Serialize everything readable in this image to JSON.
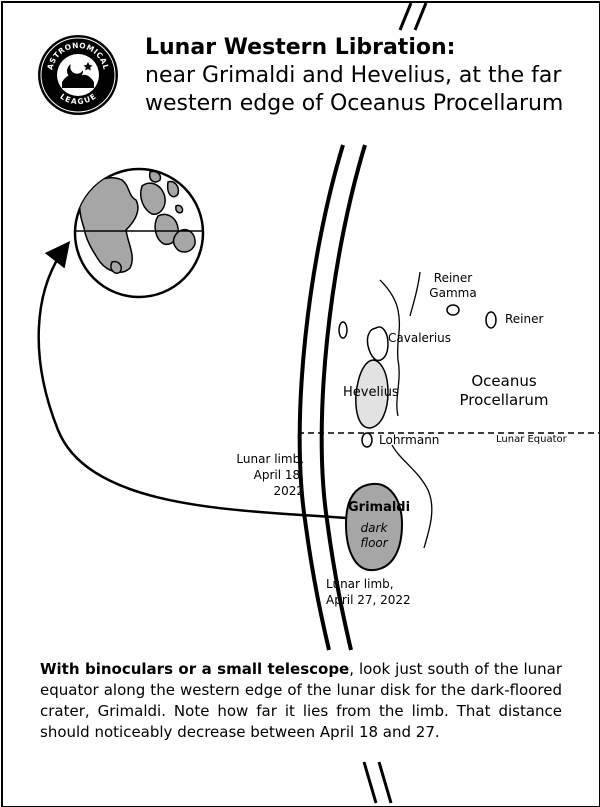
{
  "logo": {
    "text_top": "ASTRONOMICAL",
    "text_bottom": "LEAGUE"
  },
  "title": {
    "main": "Lunar Western Libration:",
    "sub_line1": "near Grimaldi and Hevelius, at the far",
    "sub_line2": "western edge of Oceanus Procellarum"
  },
  "labels": {
    "reiner_gamma_1": "Reiner",
    "reiner_gamma_2": "Gamma",
    "reiner": "Reiner",
    "cavalerius": "Cavalerius",
    "hevelius": "Hevelius",
    "oceanus_1": "Oceanus",
    "oceanus_2": "Procellarum",
    "lohrmann": "Lohrmann",
    "lunar_equator": "Lunar Equator",
    "limb_april18_1": "Lunar limb,",
    "limb_april18_2": "April 18,",
    "limb_april18_3": "2022",
    "grimaldi": "Grimaldi",
    "grimaldi_dark": "dark",
    "grimaldi_floor": "floor",
    "limb_april27_1": "Lunar limb,",
    "limb_april27_2": "April 27, 2022"
  },
  "caption": {
    "lead": "With binoculars or a small telescope",
    "rest": ", look just south of the lunar equator along the western edge of the lunar disk for the dark-floored crater, Grimaldi. Note how far it lies from the limb. That distance should noticeably decrease between April 18 and 27."
  },
  "colors": {
    "ink": "#000000",
    "crater_gray": "#a6a6a6",
    "light_gray": "#e2e2e2",
    "paper": "#ffffff"
  }
}
